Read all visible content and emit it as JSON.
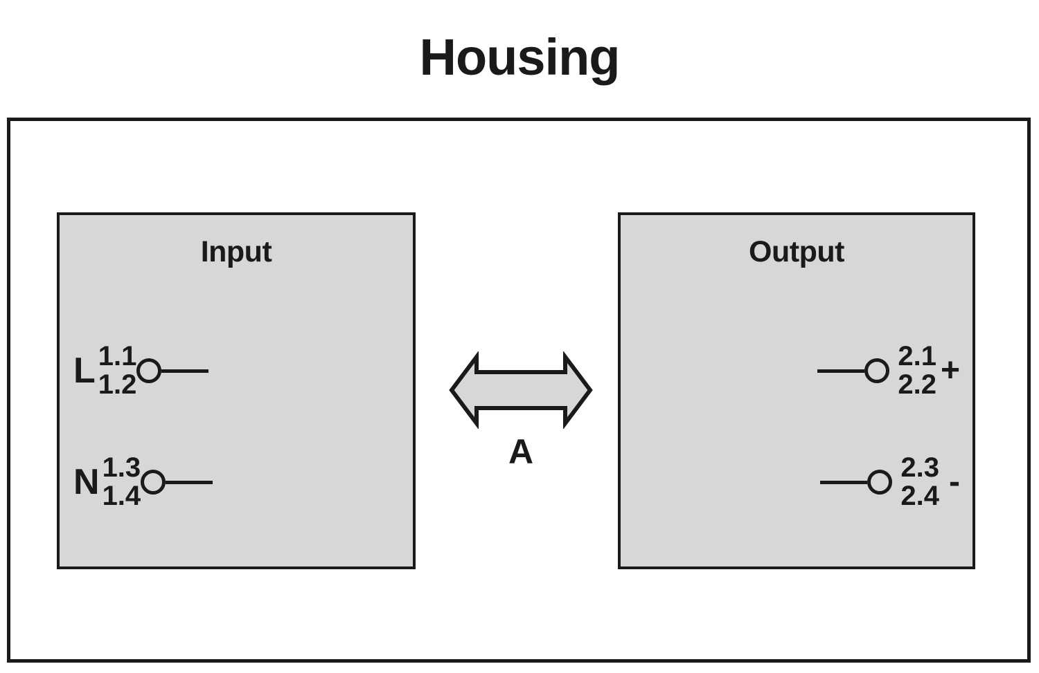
{
  "diagram": {
    "title": "Housing",
    "arrow": {
      "label": "A",
      "icon": "double-arrow-horizontal",
      "fill_color": "#d6d7d9",
      "stroke_color": "#1a1a1a"
    },
    "colors": {
      "block_fill": "#d6d7d9",
      "stroke": "#1a1a1a",
      "background": "#ffffff"
    },
    "blocks": [
      {
        "id": "input",
        "heading": "Input",
        "terminals": [
          {
            "id": "input-l",
            "phase": "L",
            "pins": [
              "1.1",
              "1.2"
            ],
            "polarity": "",
            "symbol": "open-circle-terminal"
          },
          {
            "id": "input-n",
            "phase": "N",
            "pins": [
              "1.3",
              "1.4"
            ],
            "polarity": "",
            "symbol": "open-circle-terminal"
          }
        ]
      },
      {
        "id": "output",
        "heading": "Output",
        "terminals": [
          {
            "id": "output-positive",
            "phase": "",
            "pins": [
              "2.1",
              "2.2"
            ],
            "polarity": "+",
            "symbol": "open-circle-terminal"
          },
          {
            "id": "output-negative",
            "phase": "",
            "pins": [
              "2.3",
              "2.4"
            ],
            "polarity": "-",
            "symbol": "open-circle-terminal"
          }
        ]
      }
    ]
  }
}
